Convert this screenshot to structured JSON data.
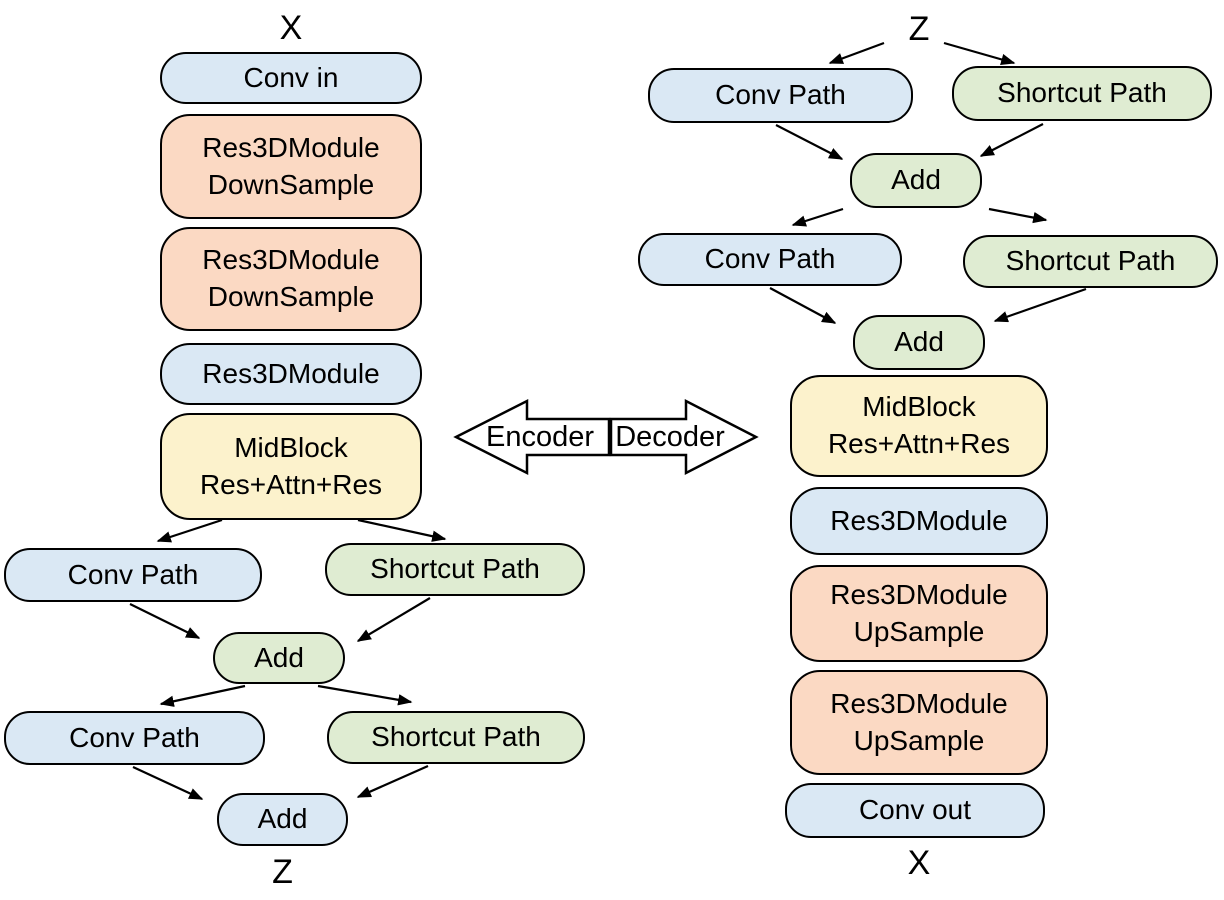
{
  "colors": {
    "blue": "#dae8f4",
    "peach": "#fbd9c3",
    "yellow": "#fcf2cc",
    "green": "#dfecd2",
    "stroke": "#000000"
  },
  "center": {
    "encoder_label": "Encoder",
    "decoder_label": "Decoder"
  },
  "left_column": {
    "top_label": "X",
    "bottom_label": "Z",
    "conv_in": "Conv in",
    "res_down1": [
      "Res3DModule",
      "DownSample"
    ],
    "res_down2": [
      "Res3DModule",
      "DownSample"
    ],
    "res3d": "Res3DModule",
    "midblock": [
      "MidBlock",
      "Res+Attn+Res"
    ],
    "conv_path1": "Conv Path",
    "shortcut_path1": "Shortcut Path",
    "add1": "Add",
    "conv_path2": "Conv Path",
    "shortcut_path2": "Shortcut Path",
    "add2": "Add"
  },
  "right_column": {
    "top_label": "Z",
    "bottom_label": "X",
    "conv_path1": "Conv Path",
    "shortcut_path1": "Shortcut Path",
    "add1": "Add",
    "conv_path2": "Conv Path",
    "shortcut_path2": "Shortcut Path",
    "add2": "Add",
    "midblock": [
      "MidBlock",
      "Res+Attn+Res"
    ],
    "res3d": "Res3DModule",
    "res_up1": [
      "Res3DModule",
      "UpSample"
    ],
    "res_up2": [
      "Res3DModule",
      "UpSample"
    ],
    "conv_out": "Conv out"
  }
}
